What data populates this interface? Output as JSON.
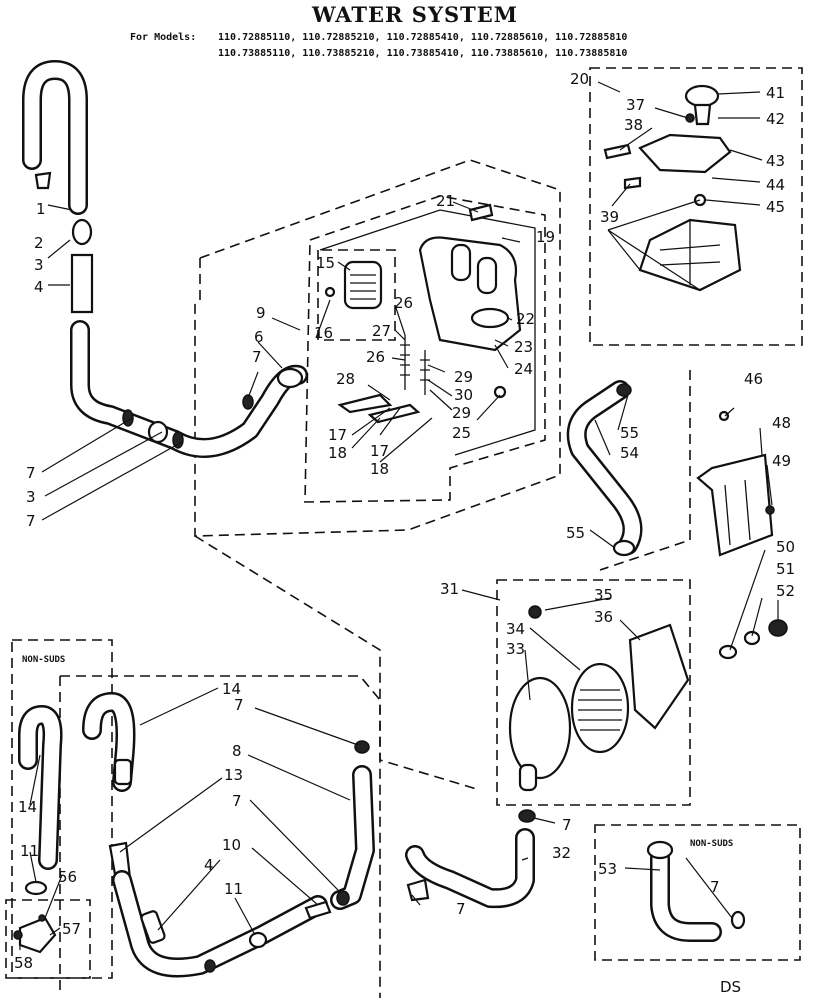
{
  "title": "WATER SYSTEM",
  "models_label": "For Models:",
  "models_line1": "110.72885110, 110.72885210, 110.72885410, 110.72885610, 110.72885810",
  "models_line2": "110.73885110, 110.73885210, 110.73885410, 110.73885610, 110.73885810",
  "non_suds_left": "NON-SUDS",
  "non_suds_right": "NON-SUDS",
  "footer_code": "DS",
  "callouts": [
    {
      "text": "1"
    },
    {
      "text": "2"
    },
    {
      "text": "3"
    },
    {
      "text": "4"
    },
    {
      "text": "7"
    },
    {
      "text": "3"
    },
    {
      "text": "7"
    },
    {
      "text": "9"
    },
    {
      "text": "6"
    },
    {
      "text": "7"
    },
    {
      "text": "16"
    },
    {
      "text": "15"
    },
    {
      "text": "26"
    },
    {
      "text": "27"
    },
    {
      "text": "26"
    },
    {
      "text": "28"
    },
    {
      "text": "17"
    },
    {
      "text": "18"
    },
    {
      "text": "17"
    },
    {
      "text": "18"
    },
    {
      "text": "29"
    },
    {
      "text": "30"
    },
    {
      "text": "29"
    },
    {
      "text": "25"
    },
    {
      "text": "21"
    },
    {
      "text": "19"
    },
    {
      "text": "22"
    },
    {
      "text": "23"
    },
    {
      "text": "24"
    },
    {
      "text": "20"
    },
    {
      "text": "37"
    },
    {
      "text": "38"
    },
    {
      "text": "39"
    },
    {
      "text": "41"
    },
    {
      "text": "42"
    },
    {
      "text": "43"
    },
    {
      "text": "44"
    },
    {
      "text": "45"
    },
    {
      "text": "46"
    },
    {
      "text": "48"
    },
    {
      "text": "49"
    },
    {
      "text": "55"
    },
    {
      "text": "54"
    },
    {
      "text": "55"
    },
    {
      "text": "50"
    },
    {
      "text": "51"
    },
    {
      "text": "52"
    },
    {
      "text": "31"
    },
    {
      "text": "35"
    },
    {
      "text": "36"
    },
    {
      "text": "34"
    },
    {
      "text": "33"
    },
    {
      "text": "14"
    },
    {
      "text": "7"
    },
    {
      "text": "8"
    },
    {
      "text": "13"
    },
    {
      "text": "7"
    },
    {
      "text": "10"
    },
    {
      "text": "4"
    },
    {
      "text": "11"
    },
    {
      "text": "14"
    },
    {
      "text": "11"
    },
    {
      "text": "56"
    },
    {
      "text": "57"
    },
    {
      "text": "58"
    },
    {
      "text": "7"
    },
    {
      "text": "32"
    },
    {
      "text": "7"
    },
    {
      "text": "53"
    },
    {
      "text": "7"
    }
  ]
}
